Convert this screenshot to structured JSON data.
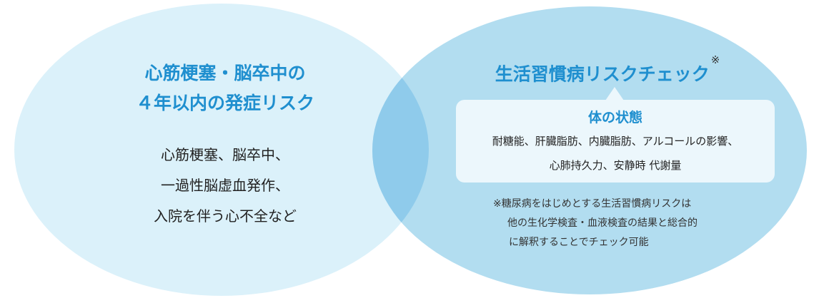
{
  "left": {
    "title_line1": "心筋梗塞・脳卒中の",
    "title_line2": "４年以内の発症リスク",
    "body_line1": "心筋梗塞、脳卒中、",
    "body_line2": "一過性脳虚血発作、",
    "body_line3": "入院を伴う心不全など"
  },
  "right": {
    "title": "生活習慣病リスクチェック",
    "title_mark": "※",
    "box_title": "体の状態",
    "box_line1": "耐糖能、肝臓脂肪、内臓脂肪、アルコールの影響、",
    "box_line2": "心肺持久力、安静時 代謝量",
    "note_line1": "※糖尿病をはじめとする生活習慣病リスクは",
    "note_line2": "他の生化学検査・血液検査の結果と総合的",
    "note_line3": "に解釈することでチェック可能"
  },
  "colors": {
    "left_circle": "#dbf1fa",
    "right_circle": "#b2ddf0",
    "overlap": "#8fcbeb",
    "accent_text": "#1f8fcf",
    "box_bg": "#ecf7fc"
  },
  "icons": {
    "plus": "plus-icon"
  }
}
